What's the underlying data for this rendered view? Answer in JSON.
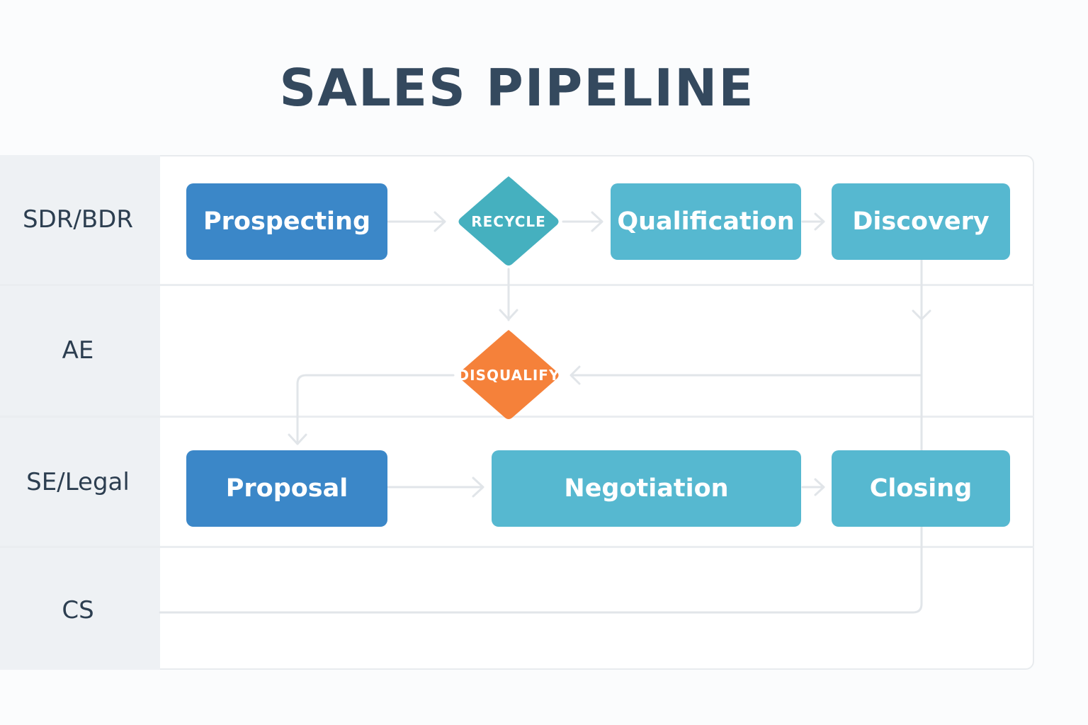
{
  "title": "SALES PIPELINE",
  "lanes": [
    {
      "label": "SDR/BDR"
    },
    {
      "label": "AE"
    },
    {
      "label": "SE/Legal"
    },
    {
      "label": "CS"
    }
  ],
  "nodes": {
    "prospecting": "Prospecting",
    "recycle": "RECYCLE",
    "qualification": "Qualification",
    "discovery": "Discovery",
    "disqualify": "DISQUALIFY",
    "proposal": "Proposal",
    "negotiation": "Negotiation",
    "closing": "Closing"
  },
  "colors": {
    "stage_dark": "#3b87c8",
    "stage_light": "#56b8d0",
    "recycle": "#45b0bf",
    "disqualify": "#f5813a",
    "connector": "#e1e5e9",
    "title": "#34495e"
  }
}
